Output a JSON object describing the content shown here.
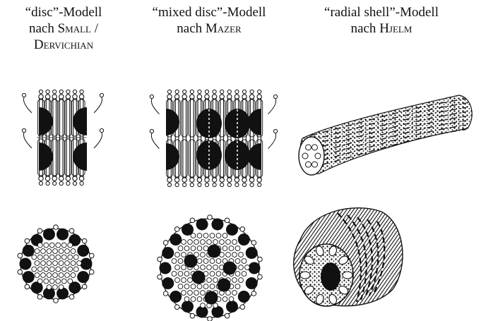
{
  "models": [
    {
      "quote": "“disc”-Modell",
      "prefix": "nach",
      "author_line1": "Small /",
      "author_line2": "Dervichian"
    },
    {
      "quote": "“mixed disc”-Modell",
      "prefix": "nach",
      "author_line1": "Mazer"
    },
    {
      "quote": "“radial shell”-Modell",
      "prefix": "nach",
      "author_line1": "Hjelm"
    }
  ],
  "colors": {
    "ink": "#111111",
    "paper": "#ffffff"
  }
}
